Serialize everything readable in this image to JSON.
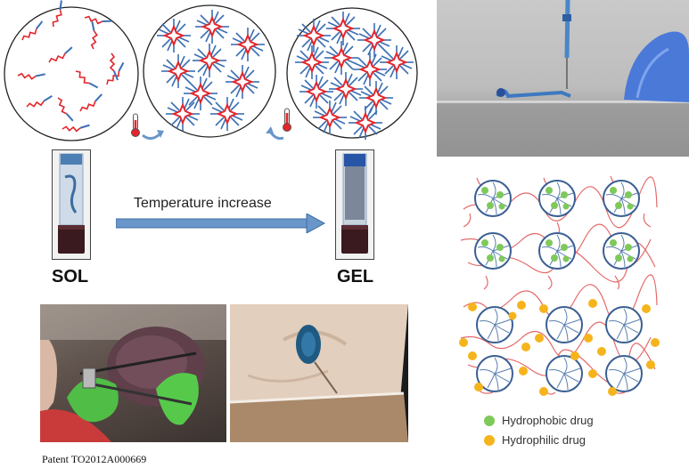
{
  "labels": {
    "sol": "SOL",
    "gel": "GEL",
    "temperature": "Temperature increase",
    "patent": "Patent  TO2012A000669"
  },
  "legend": [
    {
      "label": "Hydrophobic drug",
      "color": "#7ec95a"
    },
    {
      "label": "Hydrophilic drug",
      "color": "#f6b41c"
    }
  ],
  "colors": {
    "polymer_red": "#e4252b",
    "polymer_blue": "#3a6fb4",
    "arrow": "#6a96c9"
  },
  "icons": [
    "thermometer-icon",
    "curved-arrow-icon"
  ]
}
